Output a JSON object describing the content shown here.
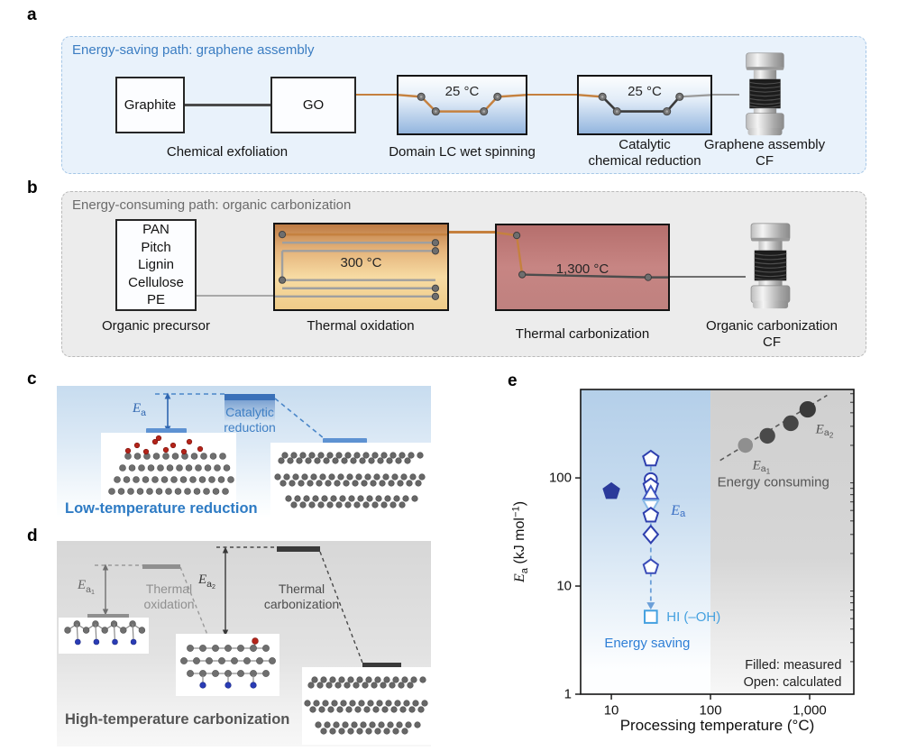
{
  "panels": {
    "a": {
      "label": "a",
      "title": "Energy-saving path: graphene assembly",
      "title_color": "#3b7dc2",
      "graphite": "Graphite",
      "go": "GO",
      "spin_temp": "25 °C",
      "reduce_temp": "25 °C",
      "cap_exfoliation": "Chemical exfoliation",
      "cap_spinning": "Domain LC wet spinning",
      "cap_reduction_1": "Catalytic",
      "cap_reduction_2": "chemical reduction",
      "cap_product_1": "Graphene assembly",
      "cap_product_2": "CF"
    },
    "b": {
      "label": "b",
      "title": "Energy-consuming path: organic carbonization",
      "title_color": "#6b6b6b",
      "precursors": [
        "PAN",
        "Pitch",
        "Lignin",
        "Cellulose",
        "PE"
      ],
      "oxid_temp": "300 °C",
      "carb_temp": "1,300 °C",
      "cap_precursor": "Organic precursor",
      "cap_oxidation": "Thermal oxidation",
      "cap_carbonization": "Thermal carbonization",
      "cap_product_1": "Organic carbonization",
      "cap_product_2": "CF"
    },
    "c": {
      "label": "c",
      "ea": {
        "main": "E",
        "sub": "a"
      },
      "barrier_1": "Catalytic",
      "barrier_2": "reduction",
      "caption": "Low-temperature reduction",
      "accent": "#2e7bc4"
    },
    "d": {
      "label": "d",
      "ea1": {
        "main": "E",
        "sub": "a",
        "subsub": "1"
      },
      "ea2": {
        "main": "E",
        "sub": "a",
        "subsub": "2"
      },
      "barrier1_1": "Thermal",
      "barrier1_2": "oxidation",
      "barrier2_1": "Thermal",
      "barrier2_2": "carbonization",
      "caption": "High-temperature carbonization",
      "accent": "#555555"
    },
    "e": {
      "label": "e"
    }
  },
  "chart_data": {
    "type": "scatter",
    "x_scale": "log",
    "y_scale": "log",
    "xlim": [
      4.9,
      2790
    ],
    "ylim": [
      1,
      657
    ],
    "xlabel": "Processing temperature (°C)",
    "ylabel_parts": [
      {
        "t": "E",
        "style": "italic"
      },
      {
        "t": "a",
        "shift": "sub"
      },
      {
        "t": " (kJ mol"
      },
      {
        "t": "−1",
        "shift": "sup"
      },
      {
        "t": ")"
      }
    ],
    "x_ticks": [
      {
        "v": 10,
        "label": "10"
      },
      {
        "v": 100,
        "label": "100"
      },
      {
        "v": 1000,
        "label": "1,000"
      }
    ],
    "y_ticks": [
      {
        "v": 1,
        "label": "1"
      },
      {
        "v": 10,
        "label": "10"
      },
      {
        "v": 100,
        "label": "100"
      }
    ],
    "grid": false,
    "regions": [
      {
        "name": "energy-saving",
        "x_from": 4.9,
        "x_to": 100,
        "gradient": "blue"
      },
      {
        "name": "energy-consuming",
        "x_from": 100,
        "x_to": 2790,
        "gradient": "gray"
      }
    ],
    "series": [
      {
        "name": "measured-filled",
        "points": [
          {
            "x": 10,
            "y": 75,
            "marker": "pentagon",
            "color": "#2b3a9a",
            "filled": true,
            "size": 9.5
          },
          {
            "x": 225,
            "y": 200,
            "marker": "circle",
            "color": "#8f8f8f",
            "filled": true,
            "size": 9
          },
          {
            "x": 375,
            "y": 245,
            "marker": "circle",
            "color": "#4a4a4a",
            "filled": true,
            "size": 9.5
          },
          {
            "x": 645,
            "y": 320,
            "marker": "circle",
            "color": "#464646",
            "filled": true,
            "size": 9.5
          },
          {
            "x": 955,
            "y": 430,
            "marker": "circle",
            "color": "#3a3a3a",
            "filled": true,
            "size": 10
          }
        ]
      },
      {
        "name": "calculated-open",
        "points": [
          {
            "x": 25,
            "y": 150,
            "marker": "pentagon",
            "color": "#2e3fae",
            "filled": false,
            "size": 9
          },
          {
            "x": 25,
            "y": 97,
            "marker": "circle",
            "color": "#2e3fae",
            "filled": false,
            "size": 8
          },
          {
            "x": 25,
            "y": 84,
            "marker": "pentagon",
            "color": "#2e3fae",
            "filled": false,
            "size": 8.5
          },
          {
            "x": 25,
            "y": 72,
            "marker": "triangle-up",
            "color": "#3d55c0",
            "filled": false,
            "size": 8
          },
          {
            "x": 25,
            "y": 55,
            "marker": "triangle-down",
            "color": "#88b9e6",
            "filled": false,
            "size": 8.5
          },
          {
            "x": 25,
            "y": 45,
            "marker": "pentagon",
            "color": "#2e3fae",
            "filled": false,
            "size": 8.5
          },
          {
            "x": 25,
            "y": 30,
            "marker": "diamond",
            "color": "#2e3fae",
            "filled": false,
            "size": 9.5
          },
          {
            "x": 25,
            "y": 15,
            "marker": "pentagon",
            "color": "#3b4cb8",
            "filled": false,
            "size": 8.5
          },
          {
            "x": 25,
            "y": 5.2,
            "marker": "square",
            "color": "#45a1e0",
            "filled": false,
            "size": 8.5
          }
        ]
      }
    ],
    "lines": [
      {
        "name": "reduction-path-arrow",
        "type": "dashed-arrow",
        "x1": 25,
        "y1": 180,
        "x2": 25,
        "y2": 6.8,
        "color": "#6b9fd8",
        "width": 1.8
      },
      {
        "name": "consuming-trend",
        "type": "dashed",
        "x1": 125,
        "y1": 145,
        "x2": 1500,
        "y2": 580,
        "color": "#5a5a5a",
        "width": 1.6
      }
    ],
    "annotations": [
      {
        "name": "ea-blue",
        "x": 40,
        "y": 50,
        "anchor": "start",
        "size": 16,
        "color": "#3a6fc4",
        "parts": [
          {
            "t": "E",
            "style": "italic"
          },
          {
            "t": "a",
            "shift": "sub"
          }
        ]
      },
      {
        "name": "ea1-gray",
        "x": 265,
        "y": 130,
        "anchor": "start",
        "size": 15,
        "color": "#555555",
        "parts": [
          {
            "t": "E",
            "style": "italic"
          },
          {
            "t": "a",
            "shift": "sub"
          },
          {
            "t": "1",
            "shift": "subsub"
          }
        ]
      },
      {
        "name": "ea2-gray",
        "x": 1150,
        "y": 280,
        "anchor": "start",
        "size": 15,
        "color": "#555555",
        "parts": [
          {
            "t": "E",
            "style": "italic"
          },
          {
            "t": "a",
            "shift": "sub"
          },
          {
            "t": "2",
            "shift": "subsub"
          }
        ]
      },
      {
        "name": "energy-consuming",
        "x": 430,
        "y": 92,
        "anchor": "middle",
        "size": 15,
        "color": "#555555",
        "parts": [
          {
            "t": "Energy consuming"
          }
        ]
      },
      {
        "name": "hi-oh",
        "x": 36,
        "y": 5.2,
        "anchor": "start",
        "size": 15,
        "color": "#45a1e0",
        "parts": [
          {
            "t": "HI (–OH)"
          }
        ]
      },
      {
        "name": "energy-saving",
        "x": 23,
        "y": 3.0,
        "anchor": "middle",
        "size": 15,
        "color": "#2f7fd6",
        "parts": [
          {
            "t": "Energy saving"
          }
        ]
      },
      {
        "name": "legend-filled",
        "x": 2100,
        "y": 1.85,
        "anchor": "end",
        "size": 14.5,
        "color": "#222222",
        "parts": [
          {
            "t": "Filled: measured"
          }
        ]
      },
      {
        "name": "legend-open",
        "x": 2100,
        "y": 1.28,
        "anchor": "end",
        "size": 14.5,
        "color": "#222222",
        "parts": [
          {
            "t": "Open: calculated"
          }
        ]
      }
    ]
  }
}
